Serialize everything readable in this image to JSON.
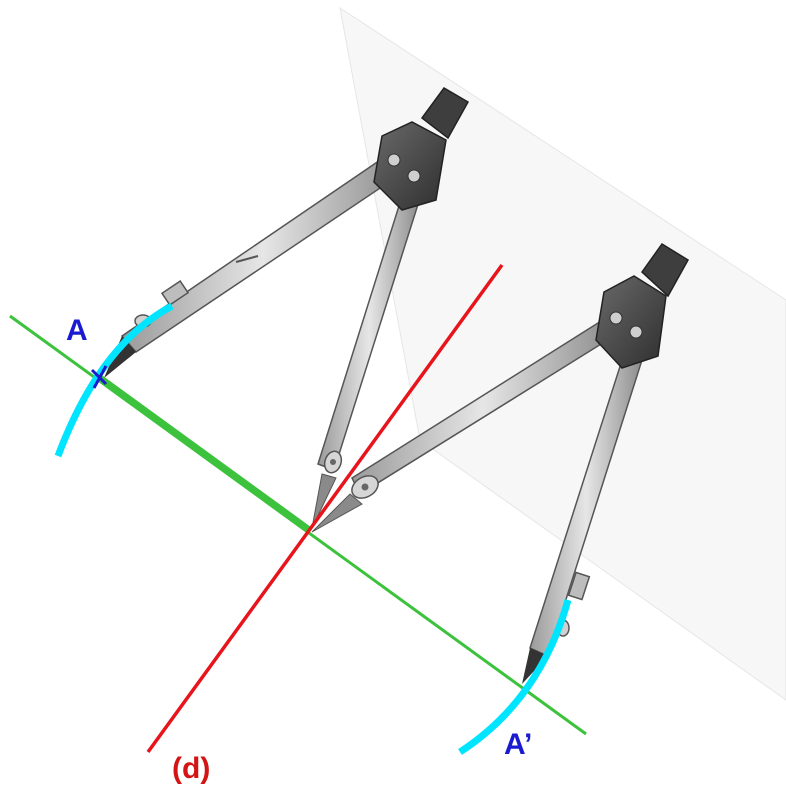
{
  "labels": {
    "point_a": "A",
    "point_a_prime": "A’",
    "line_d": "(d)"
  },
  "colors": {
    "line_d": "#e8141b",
    "segment_aa_prime": "#3cc23c",
    "arcs": "#00e5ff",
    "labels_points": "#1a1ad0",
    "label_d": "#d41414",
    "compass_metal": "#c9c9c9",
    "compass_dark": "#4a4a4a"
  },
  "icons": {
    "compass_1": "compass-icon",
    "compass_2": "compass-icon"
  }
}
